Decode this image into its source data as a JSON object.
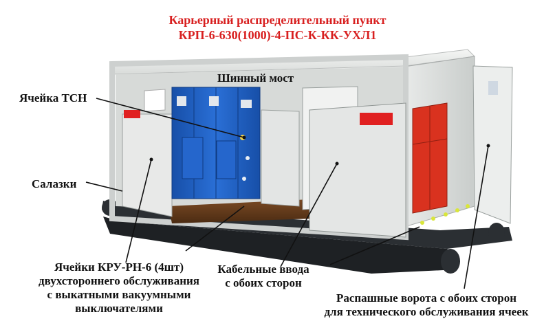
{
  "title": {
    "line1": "Карьерный распределительный пункт",
    "line2": "КРП-6-630(1000)-4-ПС-К-КК-УХЛ1"
  },
  "labels": {
    "busbar": "Шинный мост",
    "tsn_cell": "Ячейка ТСН",
    "skids": "Салазки",
    "kru_cells": [
      "Ячейки КРУ-РН-6 (4шт)",
      "двухстороннего обслуживания",
      "с выкатными вакуумными",
      "выключателями"
    ],
    "cable_entries": [
      "Кабельные ввода",
      "с обоих сторон"
    ],
    "gates": [
      "Распашные ворота с обоих сторон",
      "для технического обслуживания ячеек"
    ]
  },
  "colors": {
    "title": "#d81f1f",
    "cell_blue": "#1f5fc4",
    "cabinet_red": "#d9321f",
    "frame": "#2b2f33",
    "panel": "#e6e8e6",
    "floor": "#6b3f1e"
  }
}
